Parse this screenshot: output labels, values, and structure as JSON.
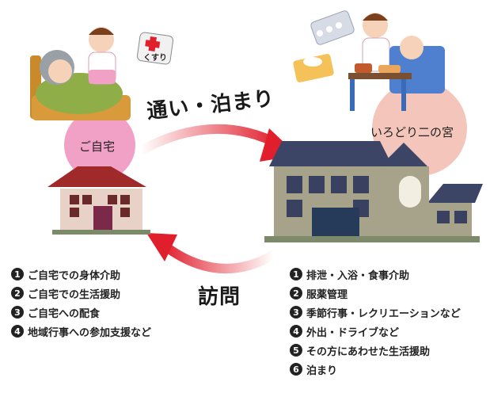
{
  "cycle": {
    "top_label": "通い・泊まり",
    "bottom_label": "訪問"
  },
  "home": {
    "label": "ご自宅",
    "items": [
      {
        "num": "1",
        "text": "ご自宅での身体介助"
      },
      {
        "num": "2",
        "text": "ご自宅での生活援助"
      },
      {
        "num": "3",
        "text": "ご自宅への配食"
      },
      {
        "num": "4",
        "text": "地域行事への参加支援など"
      }
    ]
  },
  "facility": {
    "label": "いろどり二の宮",
    "items": [
      {
        "num": "1",
        "text": "排泄・入浴・食事介助"
      },
      {
        "num": "2",
        "text": "服薬管理"
      },
      {
        "num": "3",
        "text": "季節行事・レクリエーションなど"
      },
      {
        "num": "4",
        "text": "外出・ドライブなど"
      },
      {
        "num": "5",
        "text": "その方にあわせた生活援助"
      },
      {
        "num": "6",
        "text": "泊まり"
      }
    ]
  },
  "medicine": {
    "label": "くすり"
  },
  "colors": {
    "home_circle": "#f2a1c6",
    "facility_circle": "#f4c6bb",
    "arrow_red": "#e01e2c",
    "roof_red": "#a02a2a",
    "house_wall": "#e8d2c8",
    "facility_wall": "#a7a38a",
    "facility_roof": "#3d4566"
  }
}
